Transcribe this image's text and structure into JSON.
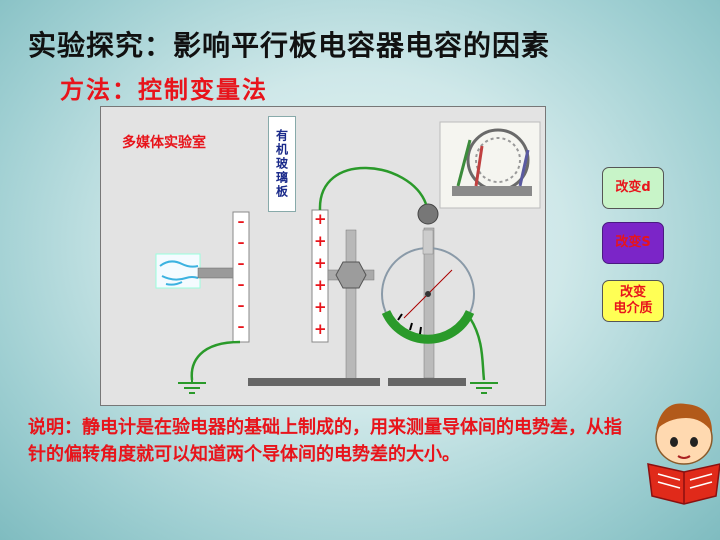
{
  "slide": {
    "title": "实验探究：影响平行板电容器电容的因素",
    "method": "方法：控制变量法",
    "lab_label": "多媒体实验室",
    "glass_label": "有机玻璃板",
    "buttons": {
      "change_d": "改变d",
      "change_s": "改变S",
      "change_dielectric": "改变\n电介质"
    },
    "plates": {
      "left_signs": [
        "–",
        "–",
        "–",
        "–",
        "–",
        "–"
      ],
      "right_signs": [
        "+",
        "+",
        "+",
        "+",
        "+",
        "+"
      ]
    },
    "note": "说明：静电计是在验电器的基础上制成的，用来测量导体间的电势差，从指针的偏转角度就可以知道两个导体间的电势差的大小。"
  },
  "colors": {
    "accent_red": "#e8141b",
    "wire_green": "#2a9a2a",
    "button_green": "#c8f4c8",
    "button_purple": "#7b25c8",
    "button_yellow": "#ffff55"
  },
  "icons": [
    "hand-icon",
    "lab-equipment-icon",
    "electrometer-icon",
    "ground-icon",
    "reading-child-icon"
  ]
}
